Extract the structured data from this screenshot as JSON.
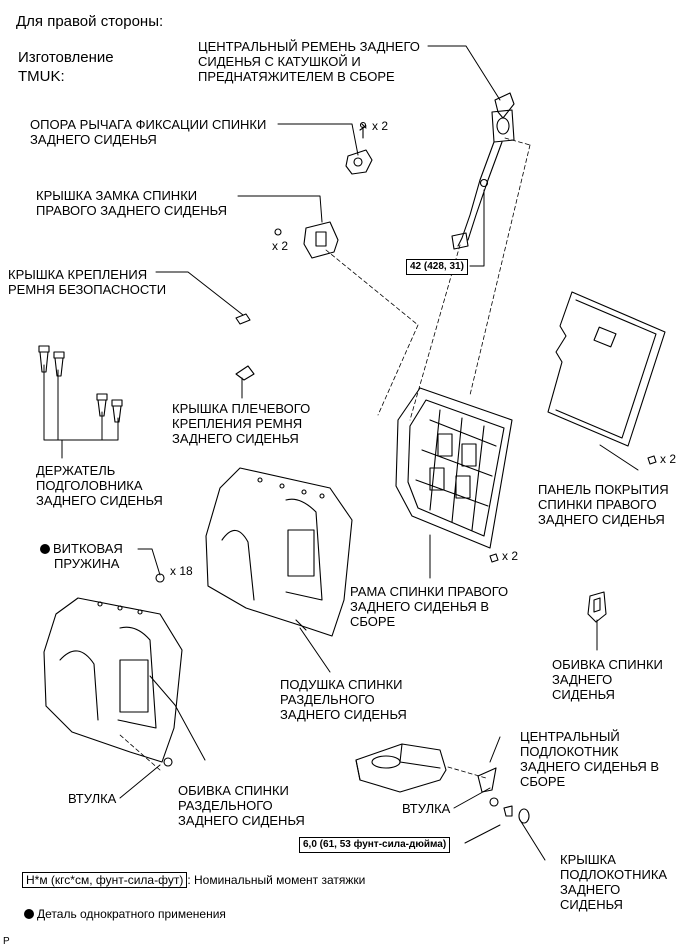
{
  "header": {
    "side": "Для правой стороны:",
    "maker_line1": "Изготовление",
    "maker_line2": "TMUK:"
  },
  "labels": {
    "center_belt": [
      "ЦЕНТРАЛЬНЫЙ РЕМЕНЬ ЗАДНЕГО",
      "СИДЕНЬЯ С КАТУШКОЙ И",
      "ПРЕДНАТЯЖИТЕЛЕМ В СБОРЕ"
    ],
    "lock_lever_support": [
      "ОПОРА РЫЧАГА ФИКСАЦИИ СПИНКИ",
      "ЗАДНЕГО СИДЕНЬЯ"
    ],
    "lock_cover": [
      "КРЫШКА ЗАМКА СПИНКИ",
      "ПРАВОГО ЗАДНЕГО СИДЕНЬЯ"
    ],
    "belt_anchor_cover": [
      "КРЫШКА КРЕПЛЕНИЯ",
      "РЕМНЯ БЕЗОПАСНОСТИ"
    ],
    "shoulder_anchor_cover": [
      "КРЫШКА ПЛЕЧЕВОГО",
      "КРЕПЛЕНИЯ РЕМНЯ",
      "ЗАДНЕГО СИДЕНЬЯ"
    ],
    "headrest_holder": [
      "ДЕРЖАТЕЛЬ",
      "ПОДГОЛОВНИКА",
      "ЗАДНЕГО СИДЕНЬЯ"
    ],
    "back_board": [
      "ПАНЕЛЬ ПОКРЫТИЯ",
      "СПИНКИ ПРАВОГО",
      "ЗАДНЕГО СИДЕНЬЯ"
    ],
    "coil_spring": [
      "ВИТКОВАЯ",
      "ПРУЖИНА"
    ],
    "frame": [
      "РАМА СПИНКИ ПРАВОГО",
      "ЗАДНЕГО СИДЕНЬЯ В",
      "СБОРЕ"
    ],
    "back_cover_small": [
      "ОБИВКА СПИНКИ",
      "ЗАДНЕГО",
      "СИДЕНЬЯ"
    ],
    "back_pad": [
      "ПОДУШКА СПИНКИ",
      "РАЗДЕЛЬНОГО",
      "ЗАДНЕГО СИДЕНЬЯ"
    ],
    "armrest": [
      "ЦЕНТРАЛЬНЫЙ",
      "ПОДЛОКОТНИК",
      "ЗАДНЕГО СИДЕНЬЯ В",
      "СБОРЕ"
    ],
    "bushing_left": "ВТУЛКА",
    "bushing_right": "ВТУЛКА",
    "back_cover_split": [
      "ОБИВКА СПИНКИ",
      "РАЗДЕЛЬНОГО",
      "ЗАДНЕГО СИДЕНЬЯ"
    ],
    "armrest_cap": [
      "КРЫШКА",
      "ПОДЛОКОТНИКА",
      "ЗАДНЕГО",
      "СИДЕНЬЯ"
    ]
  },
  "multipliers": {
    "lever_bolts": "x 2",
    "lock_screws": "x 2",
    "board_clips": "x 2",
    "frame_clips": "x 2",
    "springs": "x 18"
  },
  "torque": {
    "belt": "42 (428, 31)",
    "armrest": "6,0 (61, 53 фунт-сила-дюйма)"
  },
  "legend": {
    "torque_box": "Н*м (кгс*см, фунт-сила-фут)",
    "torque_text": ": Номинальный момент затяжки",
    "single_use": "Деталь однократного применения"
  },
  "corner_code": "P"
}
